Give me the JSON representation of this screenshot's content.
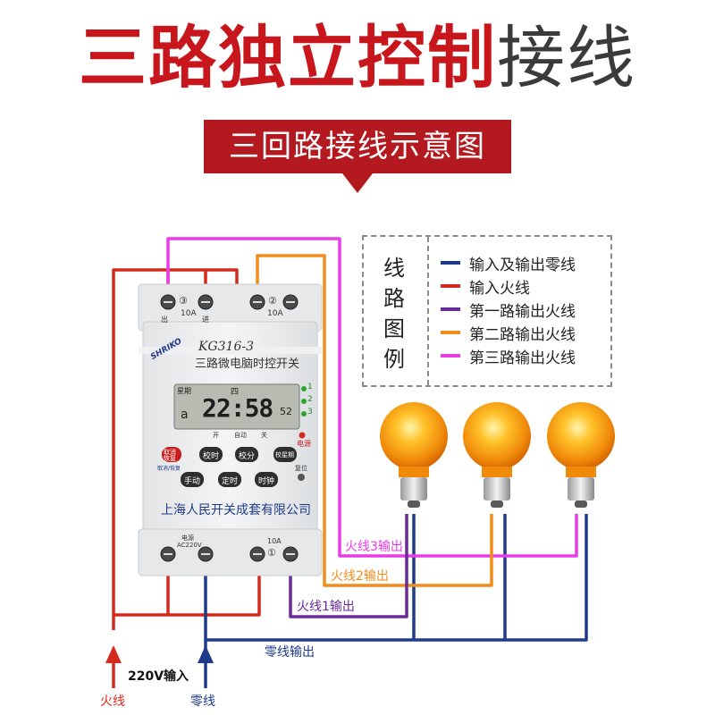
{
  "title": {
    "part_red": "三路独立控制",
    "part_gray": "接线"
  },
  "subtitle": "三回路接线示意图",
  "legend": {
    "heading": [
      "线",
      "路",
      "图",
      "例"
    ],
    "items": [
      {
        "label": "输入及输出零线",
        "color": "#1f3a8a"
      },
      {
        "label": "输入火线",
        "color": "#d42a1e"
      },
      {
        "label": "第一路输出火线",
        "color": "#6a2a9a"
      },
      {
        "label": "第二路输出火线",
        "color": "#f28c1a"
      },
      {
        "label": "第三路输出火线",
        "color": "#e83ce8"
      }
    ]
  },
  "device": {
    "model": "KG316-3",
    "name": "三路微电脑时控开关",
    "brand": "SHRIKO",
    "company": "上海人民开关成套有限公司",
    "lcd": {
      "week_label": "星期",
      "day": "四",
      "time": "22:58",
      "seconds": "52",
      "mode": "a"
    },
    "mode_labels": [
      "开",
      "自动",
      "关"
    ],
    "channel_numbers": [
      "1",
      "2",
      "3"
    ],
    "power_label": "电源",
    "buttons": [
      "取消\n恢复",
      "校时",
      "校分",
      "校星期",
      "手动",
      "定时",
      "时钟"
    ],
    "button_caption": "取消/恢复",
    "reset_label": "复位",
    "top_terminals": {
      "ch3": "③",
      "ch2": "②",
      "rating": "10A",
      "out": "出",
      "in": "进"
    },
    "bottom_terminals": {
      "power_label": "电源",
      "voltage": "AC220V",
      "ch1": "①",
      "rating": "10A"
    }
  },
  "labels": {
    "ch3_out": "火线3输出",
    "ch2_out": "火线2输出",
    "ch1_out": "火线1输出",
    "neutral_out": "零线输出",
    "input_220v": "220V输入",
    "live": "火线",
    "neutral": "零线"
  },
  "colors": {
    "neutral": "#1f3a8a",
    "live": "#d42a1e",
    "ch1": "#6a2a9a",
    "ch2": "#f28c1a",
    "ch3": "#e83ce8",
    "banner": "#b3191f"
  }
}
